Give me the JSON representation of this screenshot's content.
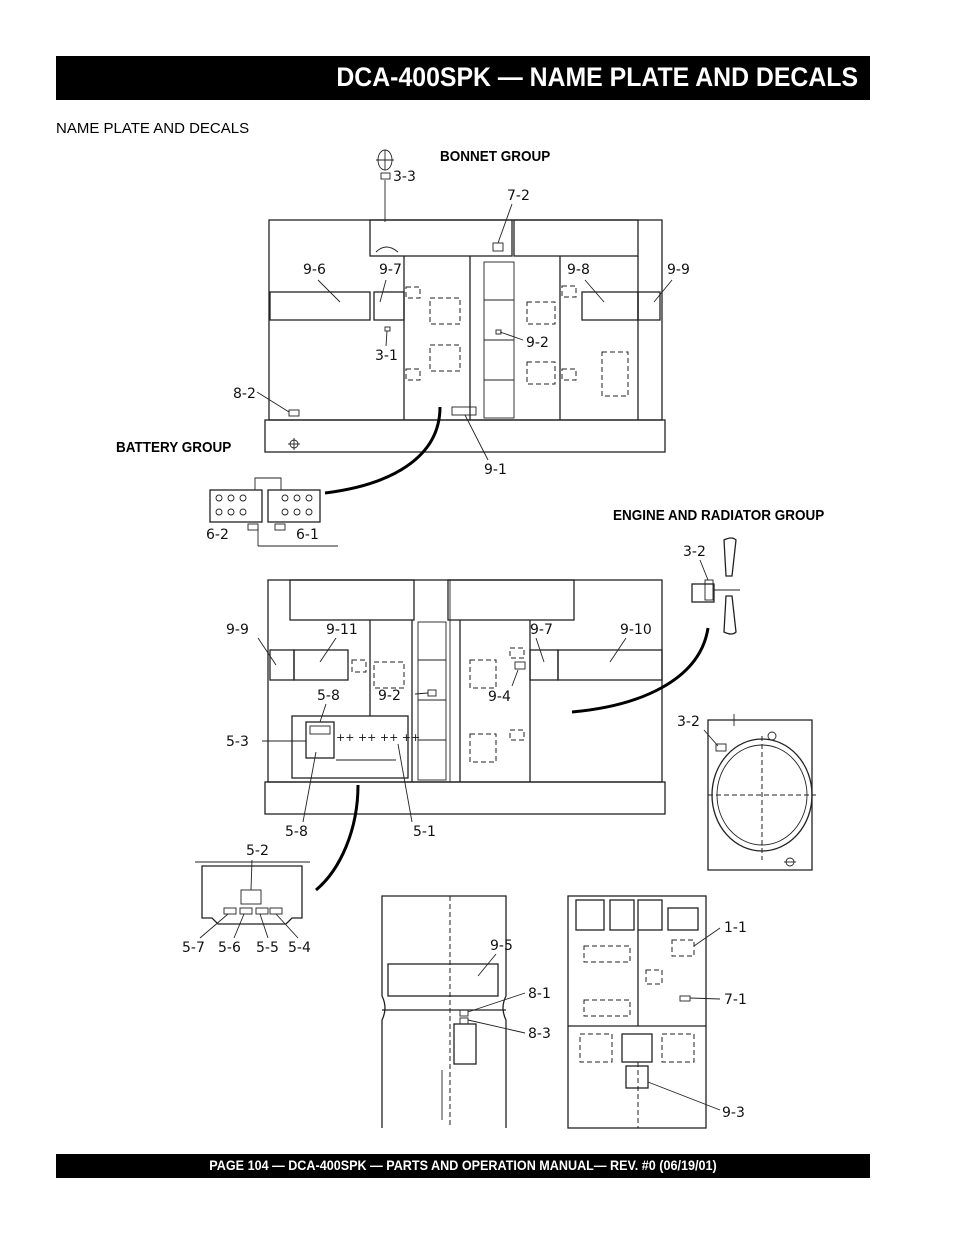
{
  "header": {
    "title": "DCA-400SPK  — NAME PLATE AND DECALS"
  },
  "section": {
    "label": "NAME PLATE AND DECALS"
  },
  "groups": {
    "bonnet": "BONNET GROUP",
    "battery": "BATTERY GROUP",
    "engine_radiator": "ENGINE AND RADIATOR GROUP"
  },
  "callouts": {
    "top": [
      "3-3",
      "7-2",
      "9-6",
      "9-7",
      "9-8",
      "9-9",
      "3-1",
      "9-2",
      "8-2",
      "9-1"
    ],
    "battery": [
      "6-2",
      "6-1"
    ],
    "fan": [
      "3-2"
    ],
    "middle": [
      "9-9",
      "9-11",
      "9-7",
      "9-10",
      "5-8",
      "9-2",
      "9-4",
      "5-3",
      "5-8",
      "5-1"
    ],
    "radiator": [
      "3-2"
    ],
    "panel": [
      "5-2",
      "5-7",
      "5-6",
      "5-5",
      "5-4"
    ],
    "end_left": [
      "9-5",
      "8-1",
      "8-3"
    ],
    "end_right": [
      "1-1",
      "7-1",
      "9-3"
    ]
  },
  "footer": {
    "text": "PAGE 104 — DCA-400SPK — PARTS AND OPERATION MANUAL— REV. #0  (06/19/01)"
  }
}
